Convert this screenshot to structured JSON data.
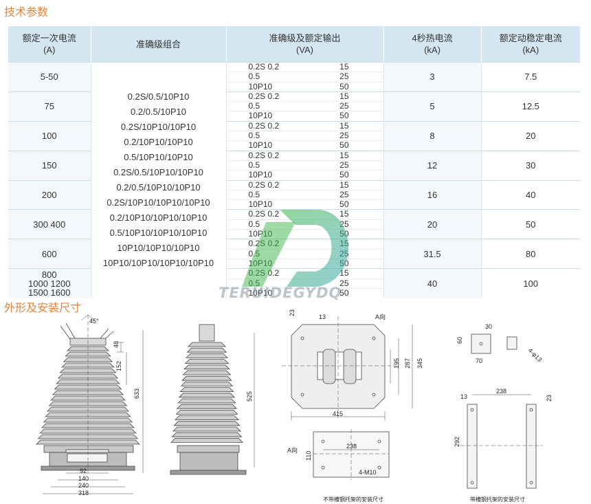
{
  "sections": {
    "params_title": "技术参数",
    "shape_title": "外形及安装尺寸"
  },
  "table": {
    "headers": {
      "current": [
        "额定一次电流",
        "(A)"
      ],
      "combination": [
        "准确级组合"
      ],
      "accuracy_output": [
        "准确级及额定输出",
        "(VA)"
      ],
      "thermal": [
        "4秒热电流",
        "(kA)"
      ],
      "dynamic": [
        "额定动稳定电流",
        "(kA)"
      ]
    },
    "rows": [
      {
        "current": "5-50",
        "thermal": "3",
        "dynamic": "7.5"
      },
      {
        "current": "75",
        "thermal": "5",
        "dynamic": "12.5"
      },
      {
        "current": "100",
        "thermal": "8",
        "dynamic": "20"
      },
      {
        "current": "150",
        "thermal": "12",
        "dynamic": "30"
      },
      {
        "current": "200",
        "thermal": "16",
        "dynamic": "40"
      },
      {
        "current": "300  400",
        "thermal": "20",
        "dynamic": "50"
      },
      {
        "current": "600",
        "thermal": "31.5",
        "dynamic": "80"
      },
      {
        "current": "800\n1000   1200\n1500   1600",
        "thermal": "40",
        "dynamic": "100"
      }
    ],
    "accuracy": [
      {
        "cls": "0.2S  0.2",
        "va": "15"
      },
      {
        "cls": "0.5",
        "va": "25"
      },
      {
        "cls": "10P10",
        "va": "50"
      }
    ],
    "combinations": [
      "0.2S/0.5/10P10",
      "0.2/0.5/10P10",
      "0.2S/10P10/10P10",
      "0.2/10P10/10P10",
      "0.5/10P10/10P10",
      "0.2S/0.5/10P10/10P10",
      "0.2/0.5/10P10/10P10",
      "0.2S/10P10/10P10/10P10",
      "0.2/10P10/10P10/10P10",
      "0.5/10P10/10P10/10P10",
      "10P10/10P10/10P10",
      "10P10/10P10/10P10/10P10"
    ]
  },
  "watermark": {
    "text": "TERUIDEGYDQ",
    "colors": {
      "green": "#3cb54a",
      "teal": "#3aa6b4"
    }
  },
  "drawings": {
    "front": {
      "angle": "45°",
      "d48": "48",
      "d152": "152",
      "d633": "633",
      "d92": "92",
      "d140": "140",
      "d240": "240",
      "d318": "318"
    },
    "side": {
      "d525": "525"
    },
    "top": {
      "d23": "23",
      "d13": "13",
      "dir": "A向",
      "d195": "195",
      "d287": "287",
      "d345": "345",
      "d415": "415"
    },
    "bottom": {
      "dir": "A向",
      "d110": "110",
      "d238": "238",
      "bolt": "4-M10",
      "caption": "不带槽钢托架的安装尺寸"
    },
    "plate": {
      "d30": "30",
      "d60": "60",
      "d70": "70",
      "hole": "4-φ13"
    },
    "bracket": {
      "d238": "238",
      "d13": "13",
      "d23": "23",
      "d292": "292",
      "caption": "带槽钢托架的安装尺寸"
    }
  }
}
